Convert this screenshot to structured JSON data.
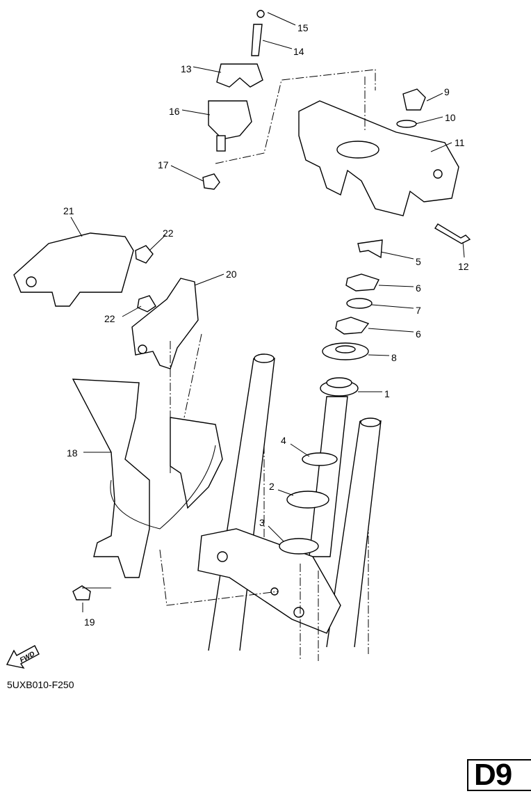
{
  "diagram": {
    "callouts": [
      "15",
      "14",
      "13",
      "16",
      "17",
      "9",
      "10",
      "11",
      "12",
      "5",
      "6",
      "7",
      "6",
      "8",
      "1",
      "4",
      "2",
      "3",
      "18",
      "19",
      "20",
      "21",
      "22",
      "22"
    ],
    "fwd_label": "FWD",
    "drawing_code": "5UXB010-F250",
    "page_ref": "D9"
  }
}
